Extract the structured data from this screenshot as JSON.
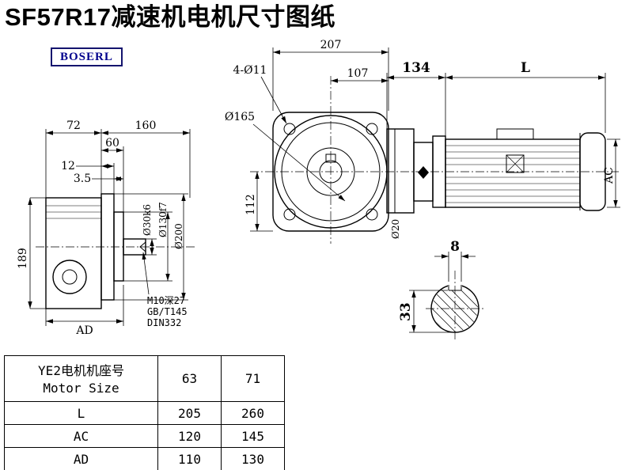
{
  "title": "SF57R17减速机电机尺寸图纸",
  "logo": {
    "text": "BOSERL"
  },
  "drawing": {
    "left_view": {
      "dim_72": "72",
      "dim_160": "160",
      "dim_60": "60",
      "dim_12": "12",
      "dim_3_5": "3.5",
      "dim_189": "189",
      "dim_ad": "AD",
      "dia_30": "Ø30k6",
      "dia_130": "Ø130f7",
      "dia_200": "Ø200",
      "tap_note_1": "M10深27",
      "tap_note_2": "GB/T145",
      "tap_note_3": "DIN332"
    },
    "front_view": {
      "dim_207": "207",
      "dim_107": "107",
      "holes": "4-Ø11",
      "dia_165": "Ø165",
      "dim_112": "112",
      "dia_20": "Ø20"
    },
    "motor_view": {
      "dim_134": "134",
      "dim_L": "L",
      "dim_AC": "AC"
    },
    "shaft_section": {
      "dim_8": "8",
      "dim_33": "33"
    }
  },
  "table": {
    "header": {
      "label_cn": "YE2电机机座号",
      "label_en": "Motor Size",
      "size_63": "63",
      "size_71": "71"
    },
    "rows": [
      {
        "label": "L",
        "v63": "205",
        "v71": "260"
      },
      {
        "label": "AC",
        "v63": "120",
        "v71": "145"
      },
      {
        "label": "AD",
        "v63": "110",
        "v71": "130"
      }
    ]
  }
}
